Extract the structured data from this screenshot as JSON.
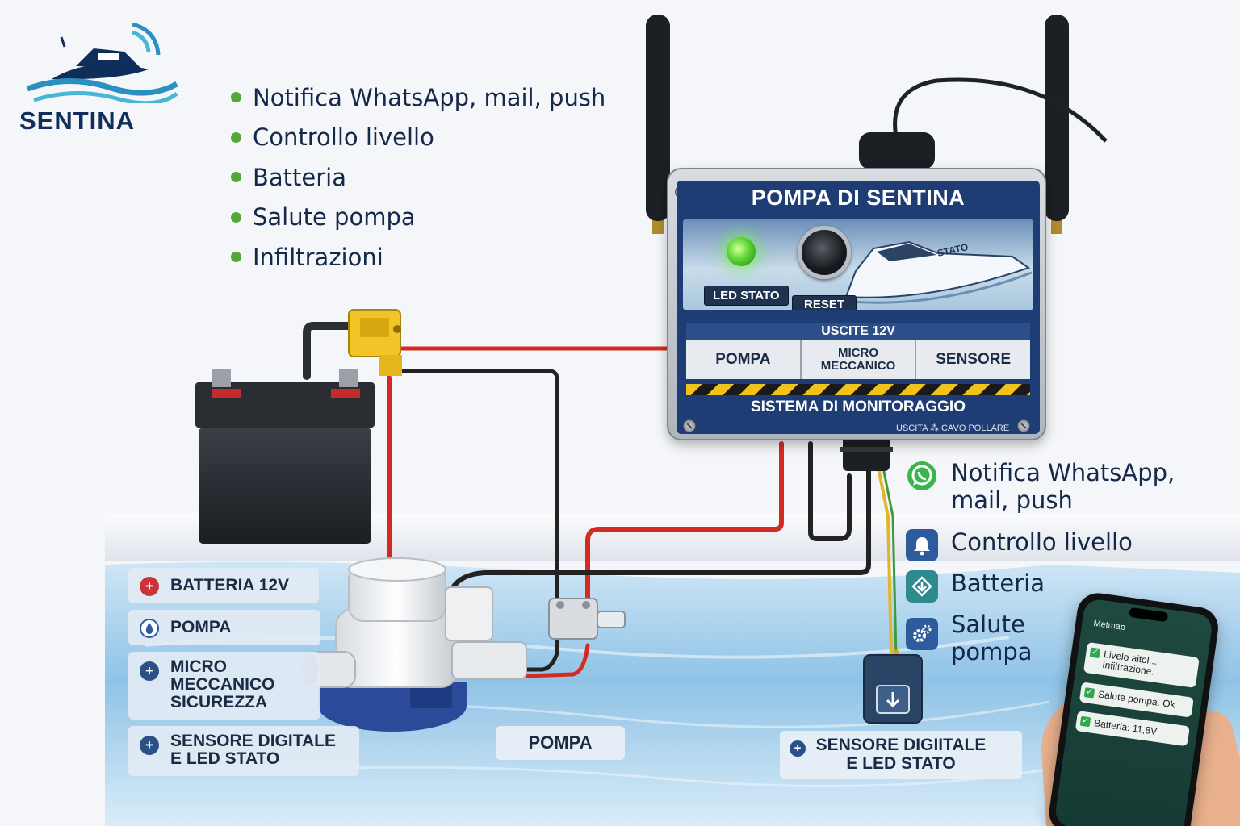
{
  "brand": {
    "name": "SENTINA"
  },
  "top_features": [
    {
      "label": "Notifica WhatsApp, mail, push"
    },
    {
      "label": "Controllo livello"
    },
    {
      "label": "Batteria"
    },
    {
      "label": "Salute pompa"
    },
    {
      "label": "Infiltrazioni"
    }
  ],
  "control_box": {
    "title": "POMPA DI SENTINA",
    "led_label": "LED STATO",
    "reset_label": "RESET",
    "boat_label": "STATO",
    "outputs_header": "USCITE 12V",
    "outputs": [
      {
        "label": "POMPA"
      },
      {
        "label": "MICRO\nMECCANICO"
      },
      {
        "label": "SENSORE"
      }
    ],
    "footer": "SISTEMA DI MONITORAGGIO",
    "subfooter": "USCITA ⁂ CAVO POLLARE"
  },
  "left_labels": [
    {
      "label": "BATTERIA 12V",
      "icon": "plus-icon",
      "color": "#c8343a"
    },
    {
      "label": "POMPA",
      "icon": "drop-icon",
      "color": "#2c5aa0"
    },
    {
      "label": "MICRO\nMECCANICO\nSICUREZZA",
      "icon": "plus-icon",
      "color": "#2c4f86"
    },
    {
      "label": "SENSORE DIGITALE\nE LED STATO",
      "icon": "plus-icon",
      "color": "#2c4f86"
    }
  ],
  "pump_label": "POMPA",
  "sensor_label": "SENSORE DIGIITALE\nE LED STATO",
  "right_features": [
    {
      "label": "Notifica WhatsApp,\nmail, push",
      "icon": "whatsapp-icon"
    },
    {
      "label": "Controllo livello",
      "icon": "bell-icon"
    },
    {
      "label": "Batteria",
      "icon": "download-icon"
    },
    {
      "label": "Salute\npompa",
      "icon": "gear-icon"
    }
  ],
  "phone": {
    "app_title": "Metmap",
    "messages": [
      {
        "text": "Livelo aitol...\nInfiltrazione."
      },
      {
        "text": "Salute pompa. Ok"
      },
      {
        "text": "Batteria: 11,8V"
      }
    ]
  },
  "colors": {
    "navy": "#1d3d74",
    "led_green": "#5bd434",
    "bullet_green": "#57a63a",
    "wire_red": "#d42a22",
    "wire_black": "#222222",
    "water": "#8fc3e6"
  }
}
